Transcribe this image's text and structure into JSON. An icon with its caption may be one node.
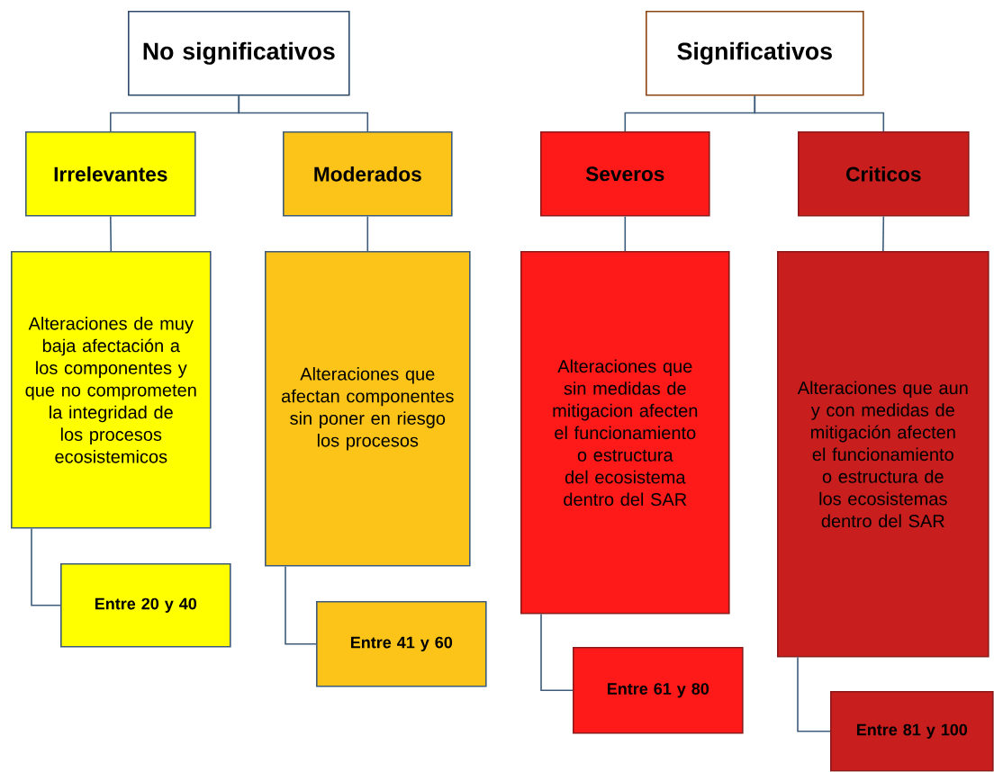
{
  "diagram": {
    "nodes": [
      {
        "text": [
          "No significativos"
        ]
      },
      {
        "text": [
          "Significativos"
        ]
      },
      {
        "text": [
          "Irrelevantes"
        ]
      },
      {
        "text": [
          "Moderados"
        ]
      },
      {
        "text": [
          "Severos"
        ]
      },
      {
        "text": [
          "Criticos"
        ]
      },
      {
        "text": [
          "Alteraciones de muy baja afectación a los componentes y que no comprometen la integridad de los procesos ecosistemicos"
        ]
      },
      {
        "text": [
          "Alteraciones que afectan componentes sin poner en riesgo los procesos"
        ]
      },
      {
        "text": [
          "Alteraciones que sin medidas de mitigacion afecten el funcionamiento o estructura del ecosistema dentro del SAR"
        ]
      },
      {
        "text": [
          "Alteraciones que aun y con medidas de mitigación afecten el funcionamiento o estructura de los ecosistemas dentro del SAR"
        ]
      },
      {
        "text": [
          "Entre 20 y 40"
        ]
      },
      {
        "text": [
          "Entre 41 y 60"
        ]
      },
      {
        "text": [
          "Entre 61 y 80"
        ]
      },
      {
        "text": [
          "Entre 81 y 100"
        ]
      }
    ],
    "edges": [
      {
        "from": 0,
        "to": 2,
        "arrow": "none"
      },
      {
        "from": 0,
        "to": 3,
        "arrow": "none"
      },
      {
        "from": 1,
        "to": 4,
        "arrow": "none"
      },
      {
        "from": 1,
        "to": 5,
        "arrow": "none"
      },
      {
        "from": 2,
        "to": 6,
        "arrow": "none"
      },
      {
        "from": 3,
        "to": 7,
        "arrow": "none"
      },
      {
        "from": 4,
        "to": 8,
        "arrow": "none"
      },
      {
        "from": 5,
        "to": 9,
        "arrow": "none"
      },
      {
        "from": 6,
        "to": 10,
        "arrow": "none"
      },
      {
        "from": 7,
        "to": 11,
        "arrow": "none"
      },
      {
        "from": 8,
        "to": 12,
        "arrow": "none"
      },
      {
        "from": 9,
        "to": 13,
        "arrow": "none"
      }
    ]
  }
}
